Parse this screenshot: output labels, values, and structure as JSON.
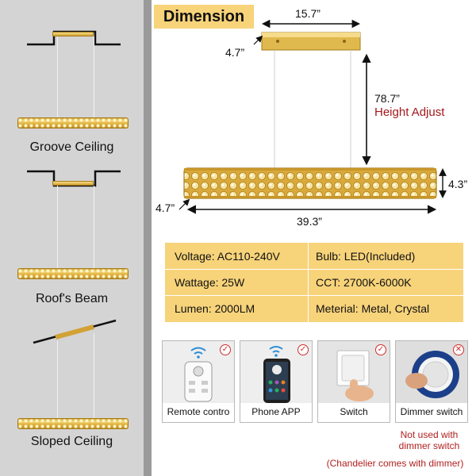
{
  "installation_types": [
    {
      "label": "Groove Ceiling"
    },
    {
      "label": "Roof's Beam"
    },
    {
      "label": "Sloped Ceiling"
    }
  ],
  "dimension": {
    "title": "Dimension",
    "canopy_width": "15.7”",
    "canopy_depth": "4.7”",
    "hanging_height": "78.7”",
    "height_adjust": "Height Adjust",
    "body_height": "4.3”",
    "body_depth": "4.7”",
    "body_length": "39.3”"
  },
  "specs": [
    {
      "left": "Voltage: AC110-240V",
      "right": "Bulb: LED(Included)"
    },
    {
      "left": "Wattage: 25W",
      "right": "CCT: 2700K-6000K"
    },
    {
      "left": "Lumen: 2000LM",
      "right": "Meterial: Metal, Crystal"
    }
  ],
  "controls": [
    {
      "label": "Remote contro",
      "supported": true,
      "icon": "remote-control-icon"
    },
    {
      "label": "Phone APP",
      "supported": true,
      "icon": "phone-app-icon"
    },
    {
      "label": "Switch",
      "supported": true,
      "icon": "wall-switch-icon"
    },
    {
      "label": "Dimmer switch",
      "supported": false,
      "icon": "dimmer-knob-icon"
    }
  ],
  "dimmer_note": {
    "line1": "Not used with",
    "line2": "dimmer switch",
    "paren": "(Chandelier comes with dimmer)"
  },
  "colors": {
    "gold": "#f7d37a",
    "accent_red": "#a3181b",
    "left_panel": "#d4d4d4"
  }
}
